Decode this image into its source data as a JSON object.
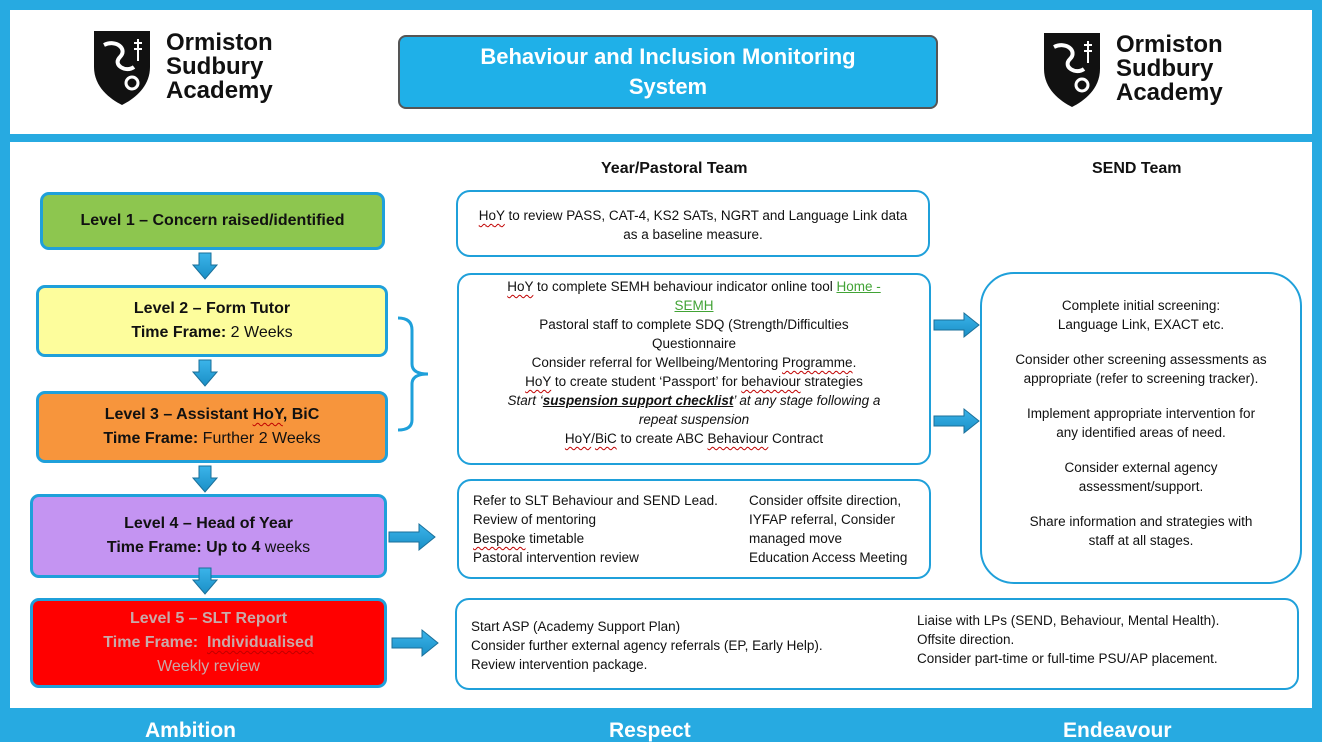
{
  "header": {
    "logo_left": {
      "line1": "Ormiston",
      "line2": "Sudbury",
      "line3": "Academy"
    },
    "logo_right": {
      "line1": "Ormiston",
      "line2": "Sudbury",
      "line3": "Academy"
    },
    "title_line1": "Behaviour and Inclusion Monitoring",
    "title_line2": "System"
  },
  "columns": {
    "pastoral": "Year/Pastoral Team",
    "send": "SEND Team"
  },
  "levels": [
    {
      "title": "Level 1 – Concern raised/identified"
    },
    {
      "title": "Level 2 – Form Tutor",
      "tf_label": "Time Frame:",
      "tf_value": "2 Weeks"
    },
    {
      "title_a": "Level 3 – Assistant ",
      "title_b": "HoY",
      "title_c": ", ",
      "title_d": "BiC",
      "tf_label": "Time Frame:",
      "tf_value": "Further 2 Weeks"
    },
    {
      "title": "Level 4 – Head of Year",
      "tf_label": "Time Frame: Up to 4",
      "tf_value": "weeks"
    },
    {
      "title": "Level 5 – SLT Report",
      "tf_label": "Time Frame:",
      "tf_value": "Individualised",
      "line3": "Weekly review"
    }
  ],
  "box1": {
    "hoy": "HoY",
    "line1": " to review PASS, CAT-4, KS2 SATs, NGRT and Language Link data",
    "line2": "as a baseline measure."
  },
  "box2": {
    "l1_hoy": "HoY",
    "l1_text": " to complete SEMH behaviour indicator online tool ",
    "l1_link": "Home -",
    "l2_link": "SEMH",
    "l3": "Pastoral staff to complete SDQ (Strength/Difficulties",
    "l4": "Questionnaire",
    "l5a": "Consider referral for Wellbeing/Mentoring ",
    "l5b": "Programme",
    "l5c": ".",
    "l6_hoy": "HoY",
    "l6_text": " to create student ‘Passport’ for ",
    "l6_b": "behaviour",
    "l6_c": " strategies",
    "l7_start": "Start ‘",
    "l7_bold": "suspension support checklist",
    "l7_end": "’ at any stage following a",
    "l8": "repeat suspension",
    "l9a": "HoY",
    "l9b": "/",
    "l9c": "BiC",
    "l9d": " to create ABC ",
    "l9e": "Behaviour",
    "l9f": " Contract"
  },
  "box3": {
    "left": [
      "Refer to SLT Behaviour and  SEND Lead.",
      "Review of mentoring",
      "Bespoke",
      " timetable",
      "Pastoral intervention review"
    ],
    "right": [
      "Consider offsite direction,",
      "IYFAP referral, Consider",
      "managed move",
      "Education Access Meeting"
    ]
  },
  "box4": {
    "left": [
      "Start ASP (Academy Support Plan)",
      "Consider further external agency referrals (EP, Early Help).",
      "Review intervention package."
    ],
    "right": [
      "Liaise with LPs (SEND, Behaviour, Mental Health).",
      "Offsite direction.",
      "Consider part-time or full-time PSU/AP placement."
    ]
  },
  "send": {
    "p1_l1": "Complete initial screening:",
    "p1_l2": "Language Link, EXACT etc.",
    "p2_l1": "Consider other screening assessments as",
    "p2_l2": "appropriate (refer to screening tracker).",
    "p3_l1": "Implement appropriate intervention for",
    "p3_l2": "any identified areas of need.",
    "p4_l1": "Consider external agency",
    "p4_l2": "assessment/support.",
    "p5_l1": "Share information and strategies with",
    "p5_l2": "staff at all stages."
  },
  "footer": {
    "ambition": "Ambition",
    "respect": "Respect",
    "endeavour": "Endeavour"
  },
  "colors": {
    "frame": "#27aae1",
    "level1": "#8dc64f",
    "level2": "#fdfd9c",
    "level3": "#f7953c",
    "level4": "#c494f2",
    "level5": "#ff0000",
    "arrow": "#1fa0da"
  }
}
